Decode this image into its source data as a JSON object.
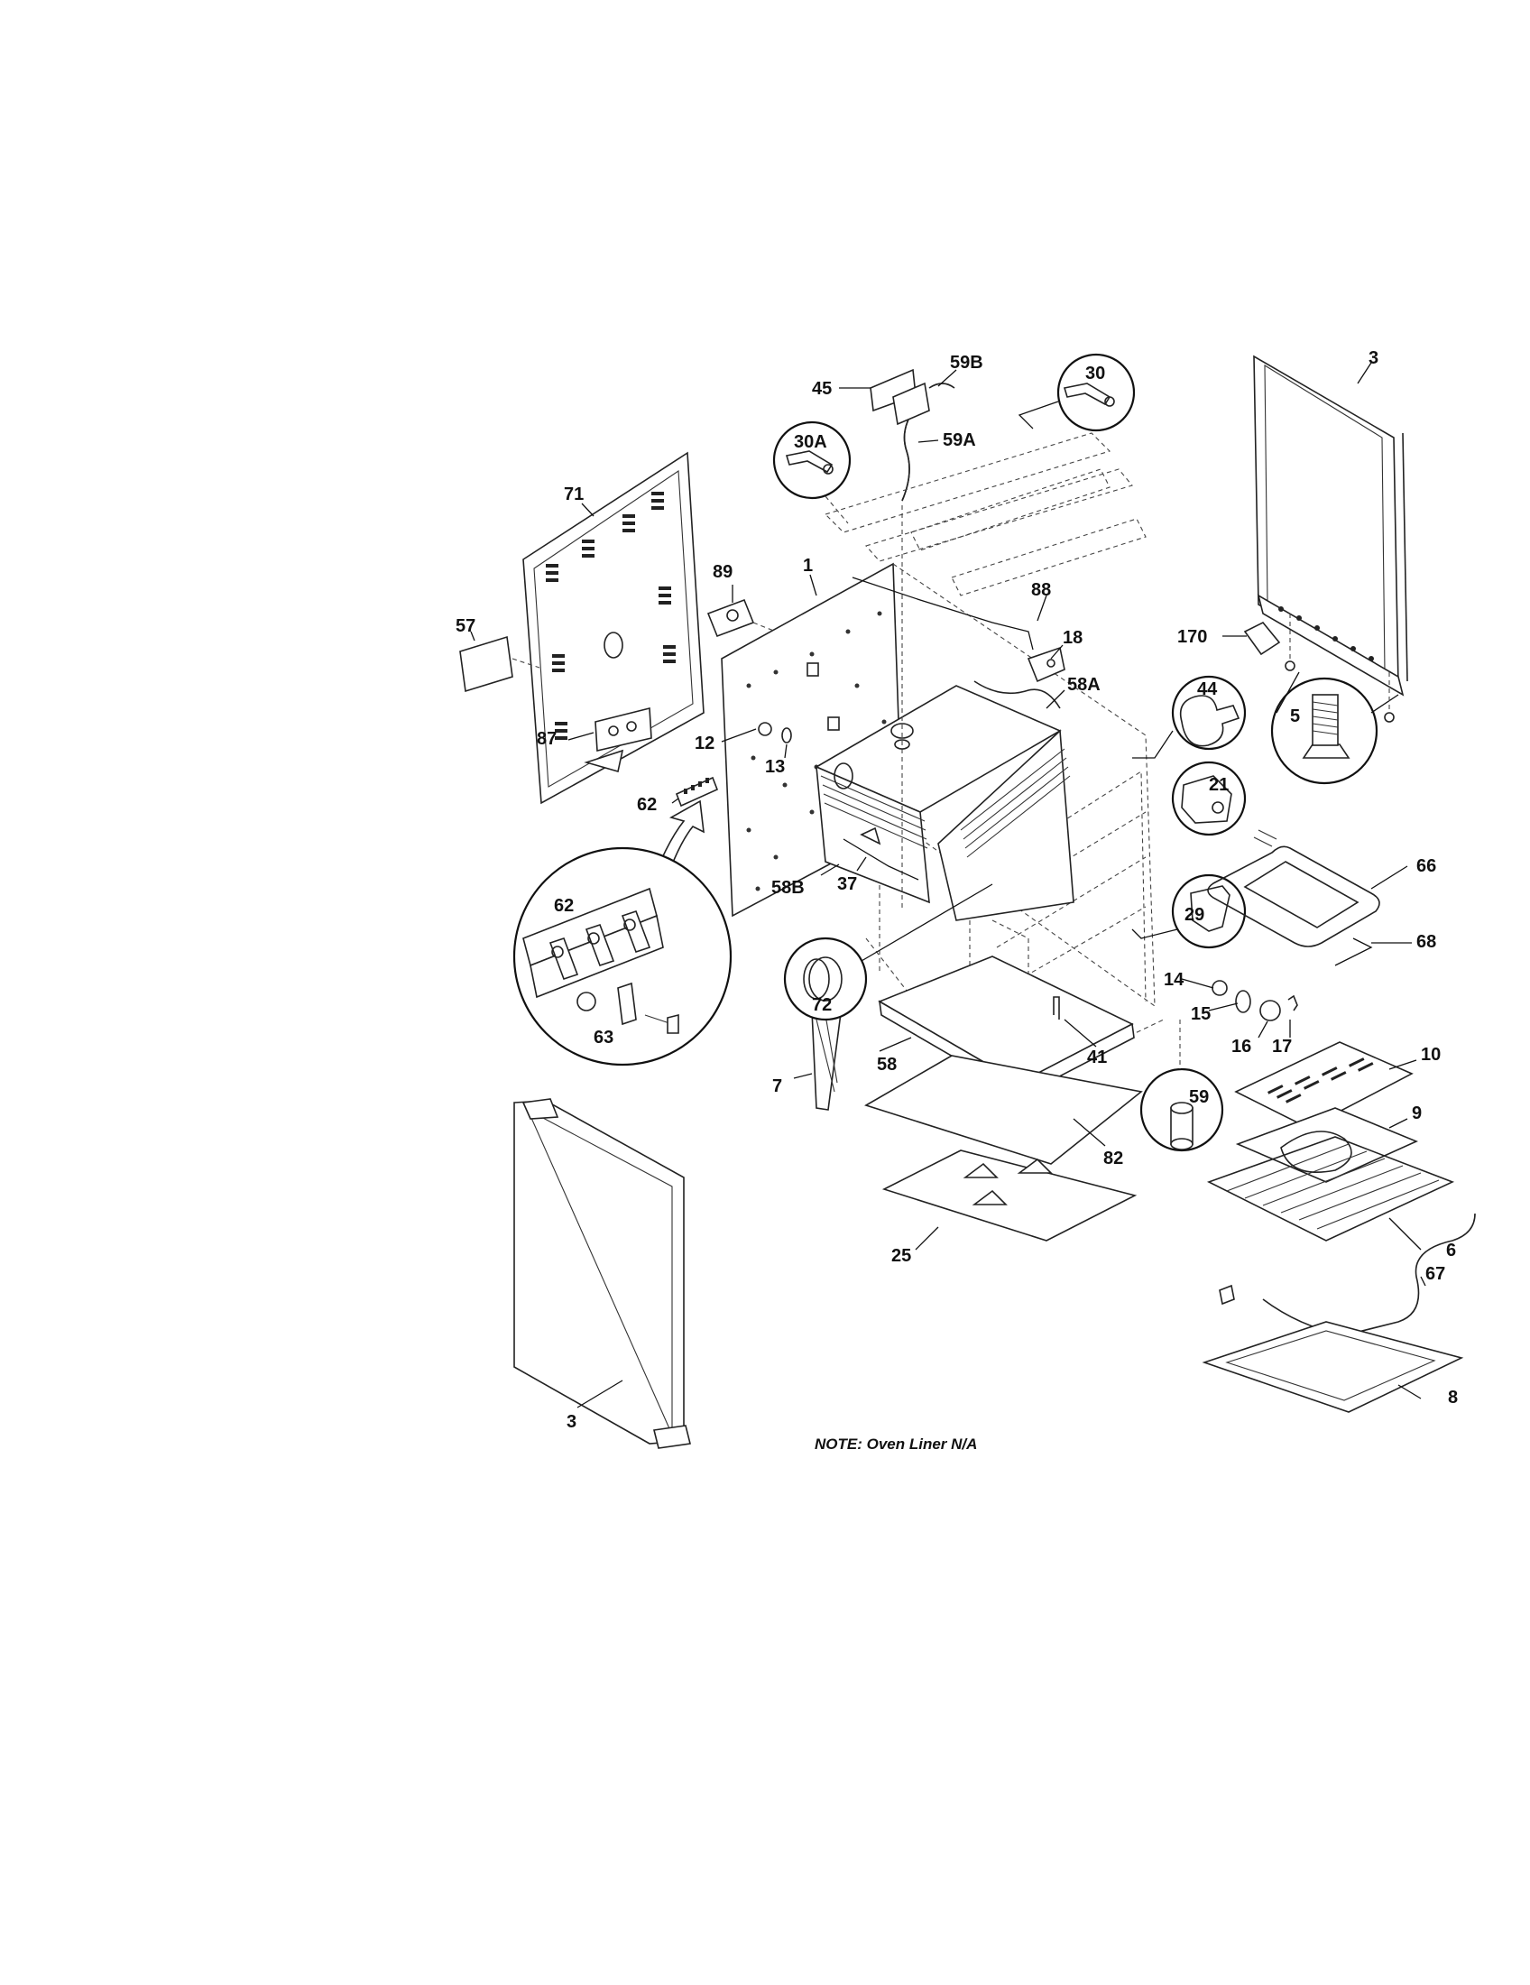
{
  "diagram": {
    "note": "NOTE: Oven Liner N/A",
    "labels": {
      "p1": "1",
      "p3a": "3",
      "p3b": "3",
      "p5": "5",
      "p6": "6",
      "p7": "7",
      "p8": "8",
      "p9": "9",
      "p10": "10",
      "p12": "12",
      "p13": "13",
      "p14": "14",
      "p15": "15",
      "p16": "16",
      "p17": "17",
      "p18": "18",
      "p21": "21",
      "p25": "25",
      "p29": "29",
      "p30": "30",
      "p30a": "30A",
      "p37": "37",
      "p41": "41",
      "p44": "44",
      "p45": "45",
      "p57": "57",
      "p58": "58",
      "p58a": "58A",
      "p58b": "58B",
      "p59": "59",
      "p59a": "59A",
      "p59b": "59B",
      "p62a": "62",
      "p62b": "62",
      "p63": "63",
      "p66": "66",
      "p67": "67",
      "p68": "68",
      "p71": "71",
      "p72": "72",
      "p82": "82",
      "p87": "87",
      "p88": "88",
      "p89": "89",
      "p170": "170"
    }
  }
}
